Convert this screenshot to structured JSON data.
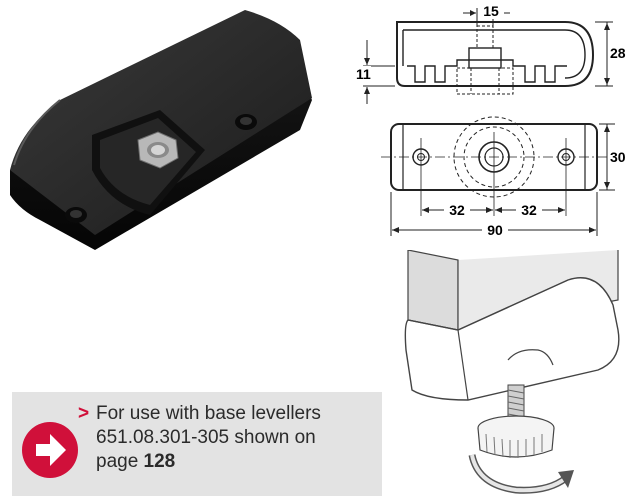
{
  "dimensions": {
    "slot_width": "15",
    "height": "28",
    "depth": "11",
    "width": "30",
    "hole_offset_left": "32",
    "hole_offset_right": "32",
    "length": "90"
  },
  "note": {
    "marker": ">",
    "line1": "For use with base levellers",
    "line2": "651.08.301-305 shown on",
    "line3_prefix": "page ",
    "page_number": "128"
  },
  "colors": {
    "accent": "#d0103a",
    "note_background": "#e3e3e3"
  },
  "icons": {
    "note_icon": "arrow-right-circle-icon"
  }
}
